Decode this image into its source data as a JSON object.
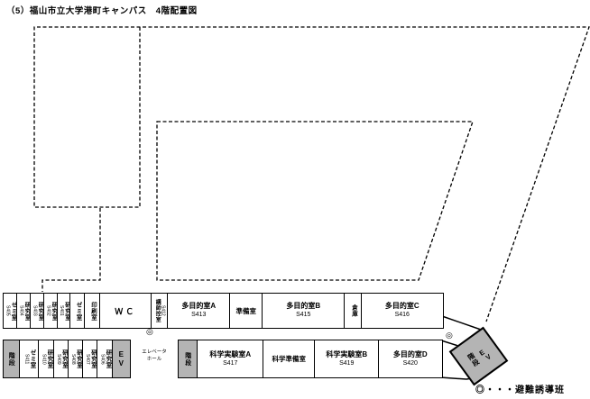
{
  "title": "（5）福山市立大学港町キャンパス　4階配置図",
  "legend": {
    "text": "◎・・・避難誘導班"
  },
  "markers": {
    "evac_symbol": "◎"
  },
  "colors": {
    "stairs_gray": "#b4b4b4",
    "line": "#000000",
    "background": "#ffffff"
  },
  "rooms": {
    "t_seminar405": {
      "name": "ゼミ室",
      "number": "S405"
    },
    "t_lab404": {
      "name": "研究室",
      "number": "S404"
    },
    "t_lab403": {
      "name": "研究室",
      "number": "S403"
    },
    "t_lab402": {
      "name": "研究室",
      "number": "S402"
    },
    "t_lab401": {
      "name": "研究室",
      "number": "S401"
    },
    "t_seminar2": {
      "name": "ゼミ室"
    },
    "t_print": {
      "name": "印刷室"
    },
    "t_wc": {
      "name": "ＷＣ"
    },
    "t_lecturer": {
      "name": "講師控室",
      "number": "S412"
    },
    "t_multiA": {
      "name": "多目的室A",
      "number": "S413"
    },
    "t_prep": {
      "name": "準備室"
    },
    "t_multiB": {
      "name": "多目的室B",
      "number": "S415"
    },
    "t_storage": {
      "name": "倉庫"
    },
    "t_multiC": {
      "name": "多目的室C",
      "number": "S416"
    },
    "b_stairs1": {
      "name": "階段"
    },
    "b_seminar411": {
      "name": "ゼミ室",
      "number": "S411"
    },
    "b_lab410": {
      "name": "研究室",
      "number": "S410"
    },
    "b_lab409": {
      "name": "研究室",
      "number": "S409"
    },
    "b_lab408": {
      "name": "研究室",
      "number": "S408"
    },
    "b_lab407": {
      "name": "研究室",
      "number": "S407"
    },
    "b_lab406": {
      "name": "研究室",
      "number": "S406"
    },
    "b_ev": {
      "line1": "E",
      "line2": "V"
    },
    "b_hall": {
      "line1": "エレベータ",
      "line2": "ホール"
    },
    "b_stairs2": {
      "name": "階段"
    },
    "b_sciA": {
      "name": "科学実験室A",
      "number": "S417"
    },
    "b_sciPrep": {
      "name": "科学準備室"
    },
    "b_sciB": {
      "name": "科学実験室B",
      "number": "S419"
    },
    "b_multiD": {
      "name": "多目的室D",
      "number": "S420"
    },
    "tilted": {
      "stairs": "階段",
      "ev_line1": "E",
      "ev_line2": "V"
    }
  }
}
